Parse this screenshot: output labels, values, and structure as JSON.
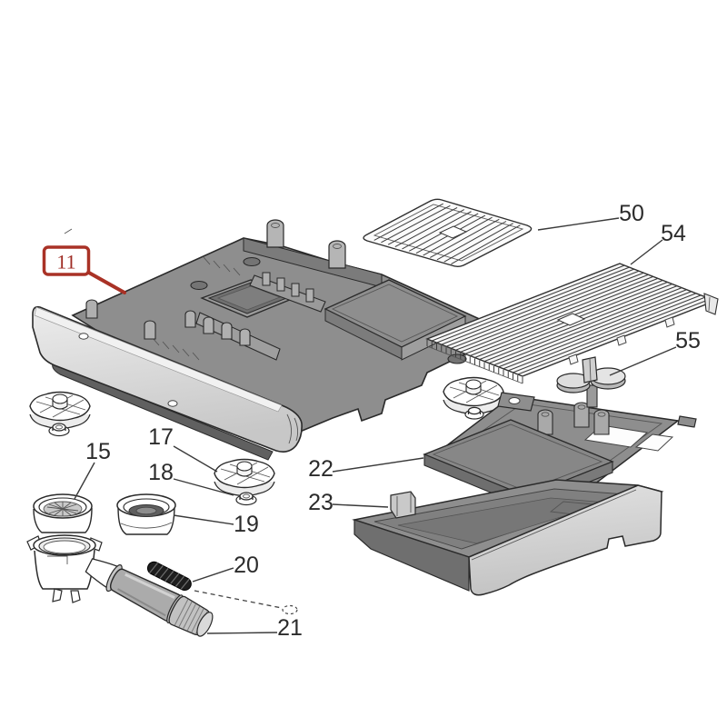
{
  "diagram": {
    "background": "#ffffff",
    "outline_color": "#2a2a2a",
    "accent_red": "#a93226",
    "part_fill_dark": "#8e8e8e",
    "part_fill_light": "#d5d5d5",
    "spring_color": "#1e1e1e",
    "callouts": {
      "n11": {
        "text": "11",
        "style": "boxed-red"
      },
      "n15": {
        "text": "15"
      },
      "n17": {
        "text": "17"
      },
      "n18": {
        "text": "18"
      },
      "n19": {
        "text": "19"
      },
      "n20": {
        "text": "20"
      },
      "n21": {
        "text": "21"
      },
      "n22": {
        "text": "22"
      },
      "n23": {
        "text": "23"
      },
      "n50": {
        "text": "50"
      },
      "n54": {
        "text": "54"
      },
      "n55": {
        "text": "55"
      }
    }
  }
}
